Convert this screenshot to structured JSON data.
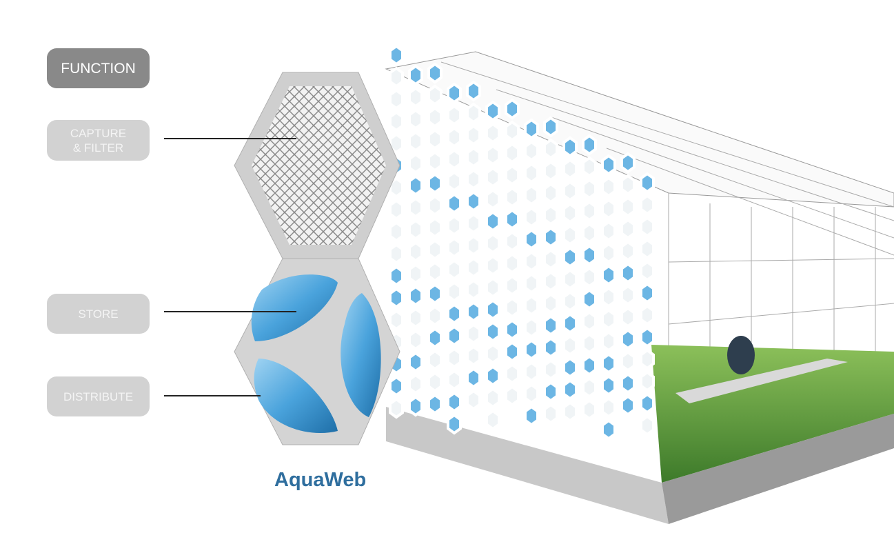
{
  "legend": {
    "header": "FUNCTION",
    "items": [
      {
        "label": "CAPTURE\n& FILTER",
        "line1": "CAPTURE",
        "line2": "& FILTER"
      },
      {
        "label": "STORE"
      },
      {
        "label": "DISTRIBUTE"
      }
    ]
  },
  "product_name": "AquaWeb",
  "colors": {
    "header_pill": "#898989",
    "item_pill": "#d2d2d2",
    "brand": "#2f6e9e",
    "water": "#4aa3dc",
    "plants": "#5f9a3a"
  }
}
